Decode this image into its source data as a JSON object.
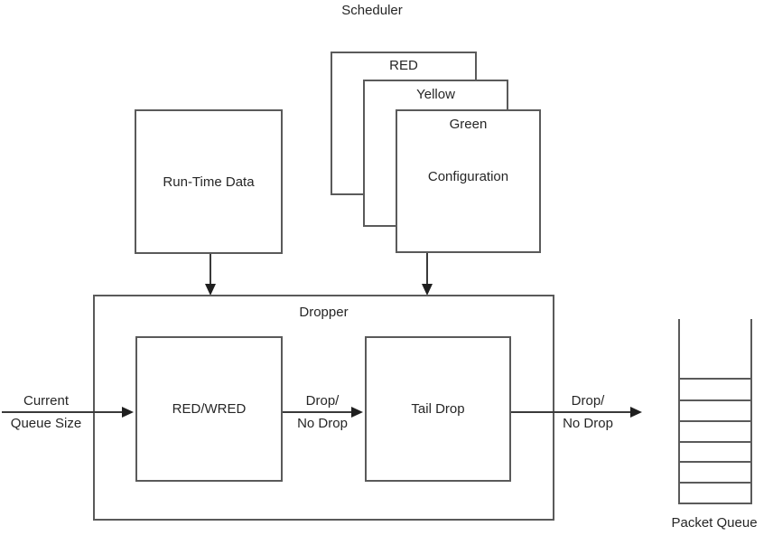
{
  "scheduler": {
    "title": "Scheduler",
    "cards": [
      {
        "label": "RED"
      },
      {
        "label": "Yellow"
      },
      {
        "label": "Green",
        "body": "Configuration"
      }
    ]
  },
  "runtime": {
    "label": "Run-Time Data"
  },
  "dropper": {
    "label": "Dropper",
    "red_wred_label": "RED/WRED",
    "tail_drop_label": "Tail Drop"
  },
  "flow_labels": {
    "input_line1": "Current",
    "input_line2": "Queue Size",
    "mid_line1": "Drop/",
    "mid_line2": "No Drop",
    "out_line1": "Drop/",
    "out_line2": "No Drop"
  },
  "packet_queue": {
    "label": "Packet Queue",
    "cell_count": 6
  },
  "colors": {
    "border": "#5a5a5a",
    "text": "#262626",
    "arrow": "#1f1f1f",
    "background": "#ffffff"
  }
}
